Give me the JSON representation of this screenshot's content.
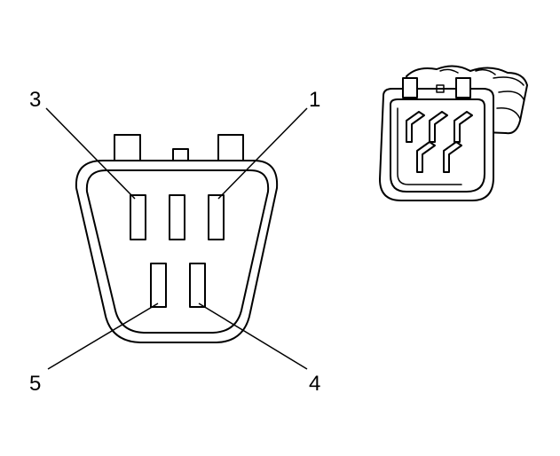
{
  "diagram": {
    "pin_labels": [
      {
        "pin": "1",
        "text": "1"
      },
      {
        "pin": "3",
        "text": "3"
      },
      {
        "pin": "4",
        "text": "4"
      },
      {
        "pin": "5",
        "text": "5"
      }
    ]
  }
}
